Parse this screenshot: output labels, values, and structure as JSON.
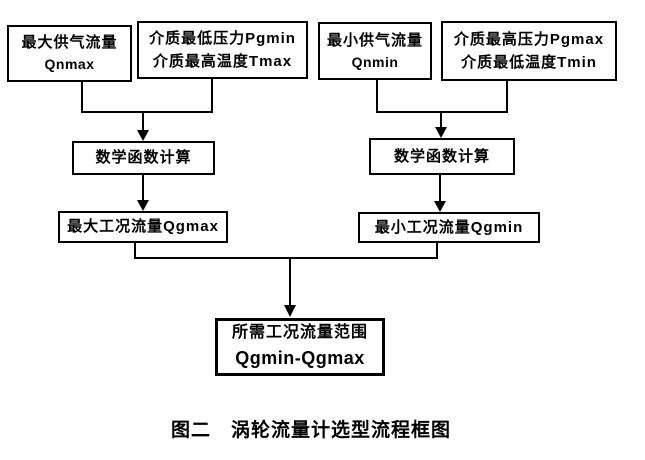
{
  "figure": {
    "caption": "图二　涡轮流量计选型流程框图"
  },
  "colors": {
    "ink": "#000000",
    "background": "#ffffff"
  },
  "flowchart": {
    "nodes": {
      "qnmax": {
        "line1": "最大供气流量",
        "line2": "Qnmax"
      },
      "pgmin_tmax": {
        "line1": "介质最低压力Pgmin",
        "line2": "介质最高温度Tmax"
      },
      "qnmin": {
        "line1": "最小供气流量",
        "line2": "Qnmin"
      },
      "pgmax_tmin": {
        "line1": "介质最高压力Pgmax",
        "line2": "介质最低温度Tmin"
      },
      "calc_left": {
        "label": "数学函数计算"
      },
      "calc_right": {
        "label": "数学函数计算"
      },
      "qgmax": {
        "label": "最大工况流量Qgmax"
      },
      "qgmin": {
        "label": "最小工况流量Qgmin"
      },
      "range": {
        "line1": "所需工况流量范围",
        "line2": "Qgmin-Qgmax"
      }
    }
  }
}
